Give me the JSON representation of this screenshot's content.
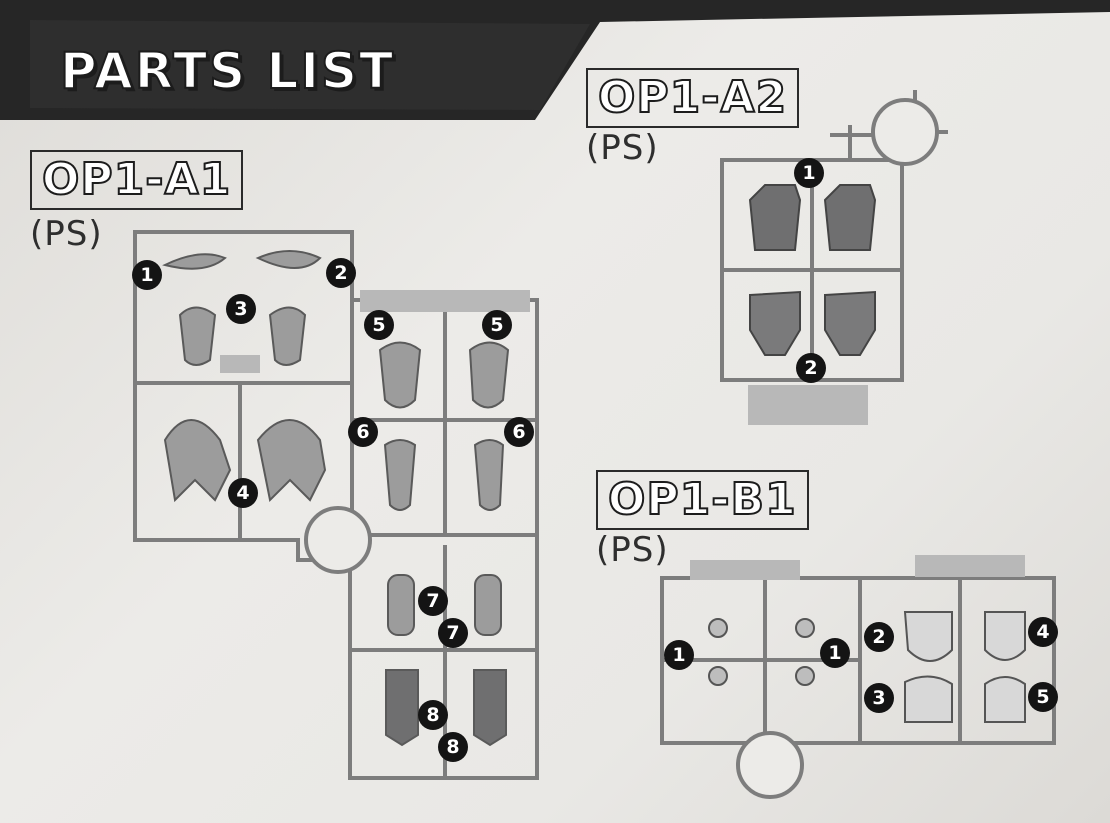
{
  "header": {
    "title": "PARTS LIST"
  },
  "sheets": [
    {
      "id": "op1-a1",
      "name": "OP1-A1",
      "material": "(PS)",
      "labels": [
        "1",
        "2",
        "3",
        "4",
        "5",
        "5",
        "6",
        "6",
        "7",
        "7",
        "8",
        "8"
      ]
    },
    {
      "id": "op1-a2",
      "name": "OP1-A2",
      "material": "(PS)",
      "labels": [
        "1",
        "2"
      ]
    },
    {
      "id": "op1-b1",
      "name": "OP1-B1",
      "material": "(PS)",
      "labels": [
        "1",
        "1",
        "2",
        "3",
        "4",
        "5"
      ]
    }
  ],
  "colors": {
    "runner_line": "#7d7d7d",
    "part_fill": "#9c9c9c",
    "part_fill_dark": "#6f6f70",
    "banner": "#262626",
    "number_badge": "#141414"
  }
}
